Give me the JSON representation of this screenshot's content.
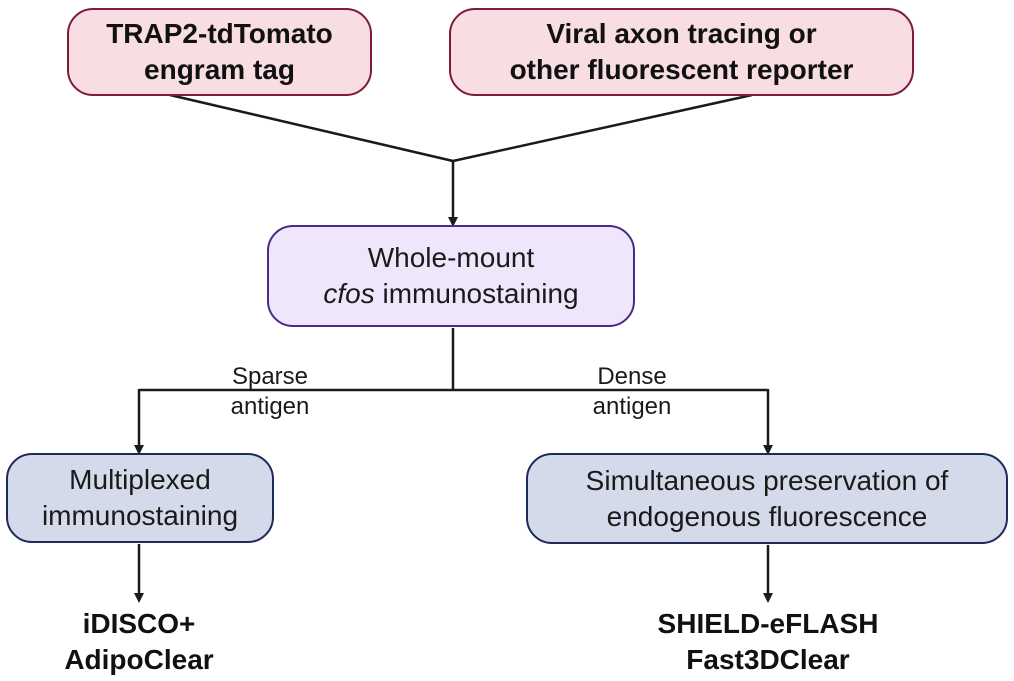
{
  "boxes": {
    "trap2": {
      "line1": "TRAP2-tdTomato",
      "line2": "engram tag"
    },
    "viral": {
      "line1": "Viral axon tracing or",
      "line2": "other fluorescent reporter"
    },
    "wholemount": {
      "line1": "Whole-mount",
      "line2_italic": "cfos",
      "line2_rest": " immunostaining"
    },
    "multiplexed": {
      "line1": "Multiplexed",
      "line2": "immunostaining"
    },
    "simultaneous": {
      "line1": "Simultaneous preservation of",
      "line2": "endogenous fluorescence"
    }
  },
  "branches": {
    "sparse": {
      "line1": "Sparse",
      "line2": "antigen"
    },
    "dense": {
      "line1": "Dense",
      "line2": "antigen"
    }
  },
  "results": {
    "left": {
      "line1": "iDISCO+",
      "line2": "AdipoClear"
    },
    "right": {
      "line1": "SHIELD-eFLASH",
      "line2": "Fast3DClear"
    }
  },
  "colors": {
    "top_fill": "#f8dde2",
    "top_border": "#7e1b3c",
    "mid_fill": "#efe6fb",
    "mid_border": "#4a2b8c",
    "low_fill": "#d4daea",
    "low_border": "#1e2a5a",
    "connector": "#1a1a1a"
  }
}
